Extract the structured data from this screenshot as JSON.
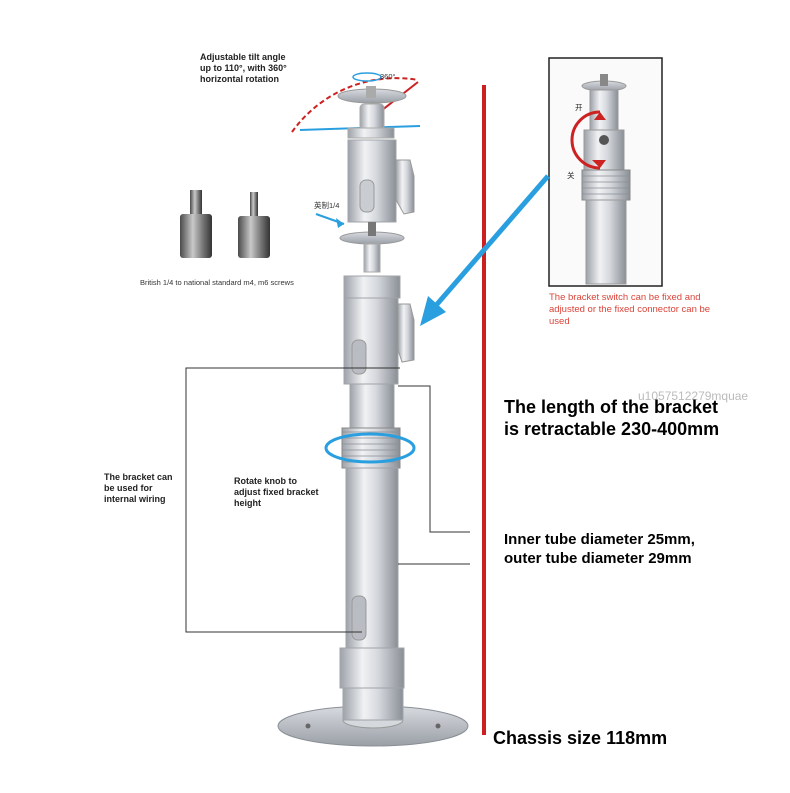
{
  "labels": {
    "tilt_line1": "Adjustable tilt angle",
    "tilt_line2": "up to 110°, with 360°",
    "tilt_line3": "horizontal rotation",
    "degree_mark": "360°",
    "adapter_cn": "英制1/4",
    "screws": "British 1/4 to national standard m4, m6 screws",
    "switch_open": "开",
    "switch_close": "关",
    "switch_note_line1": "The bracket switch can be fixed and",
    "switch_note_line2": "adjusted or the fixed connector can be",
    "switch_note_line3": "used",
    "length_line1": "The length of the bracket",
    "length_line2": "is retractable 230-400mm",
    "watermark": "u1057512279mquae",
    "wiring_line1": "The bracket can",
    "wiring_line2": "be used for",
    "wiring_line3": "internal wiring",
    "knob_line1": "Rotate knob to",
    "knob_line2": "adjust fixed bracket",
    "knob_line3": "height",
    "diameter_line1": "Inner tube diameter 25mm,",
    "diameter_line2": "outer tube diameter 29mm",
    "chassis": "Chassis size 118mm"
  },
  "colors": {
    "red_line": "#cc1f1f",
    "blue_arrow": "#2a9fe0",
    "metal_light": "#e4e6ea",
    "metal_dark": "#8e939a",
    "note_red": "#d9443a"
  }
}
